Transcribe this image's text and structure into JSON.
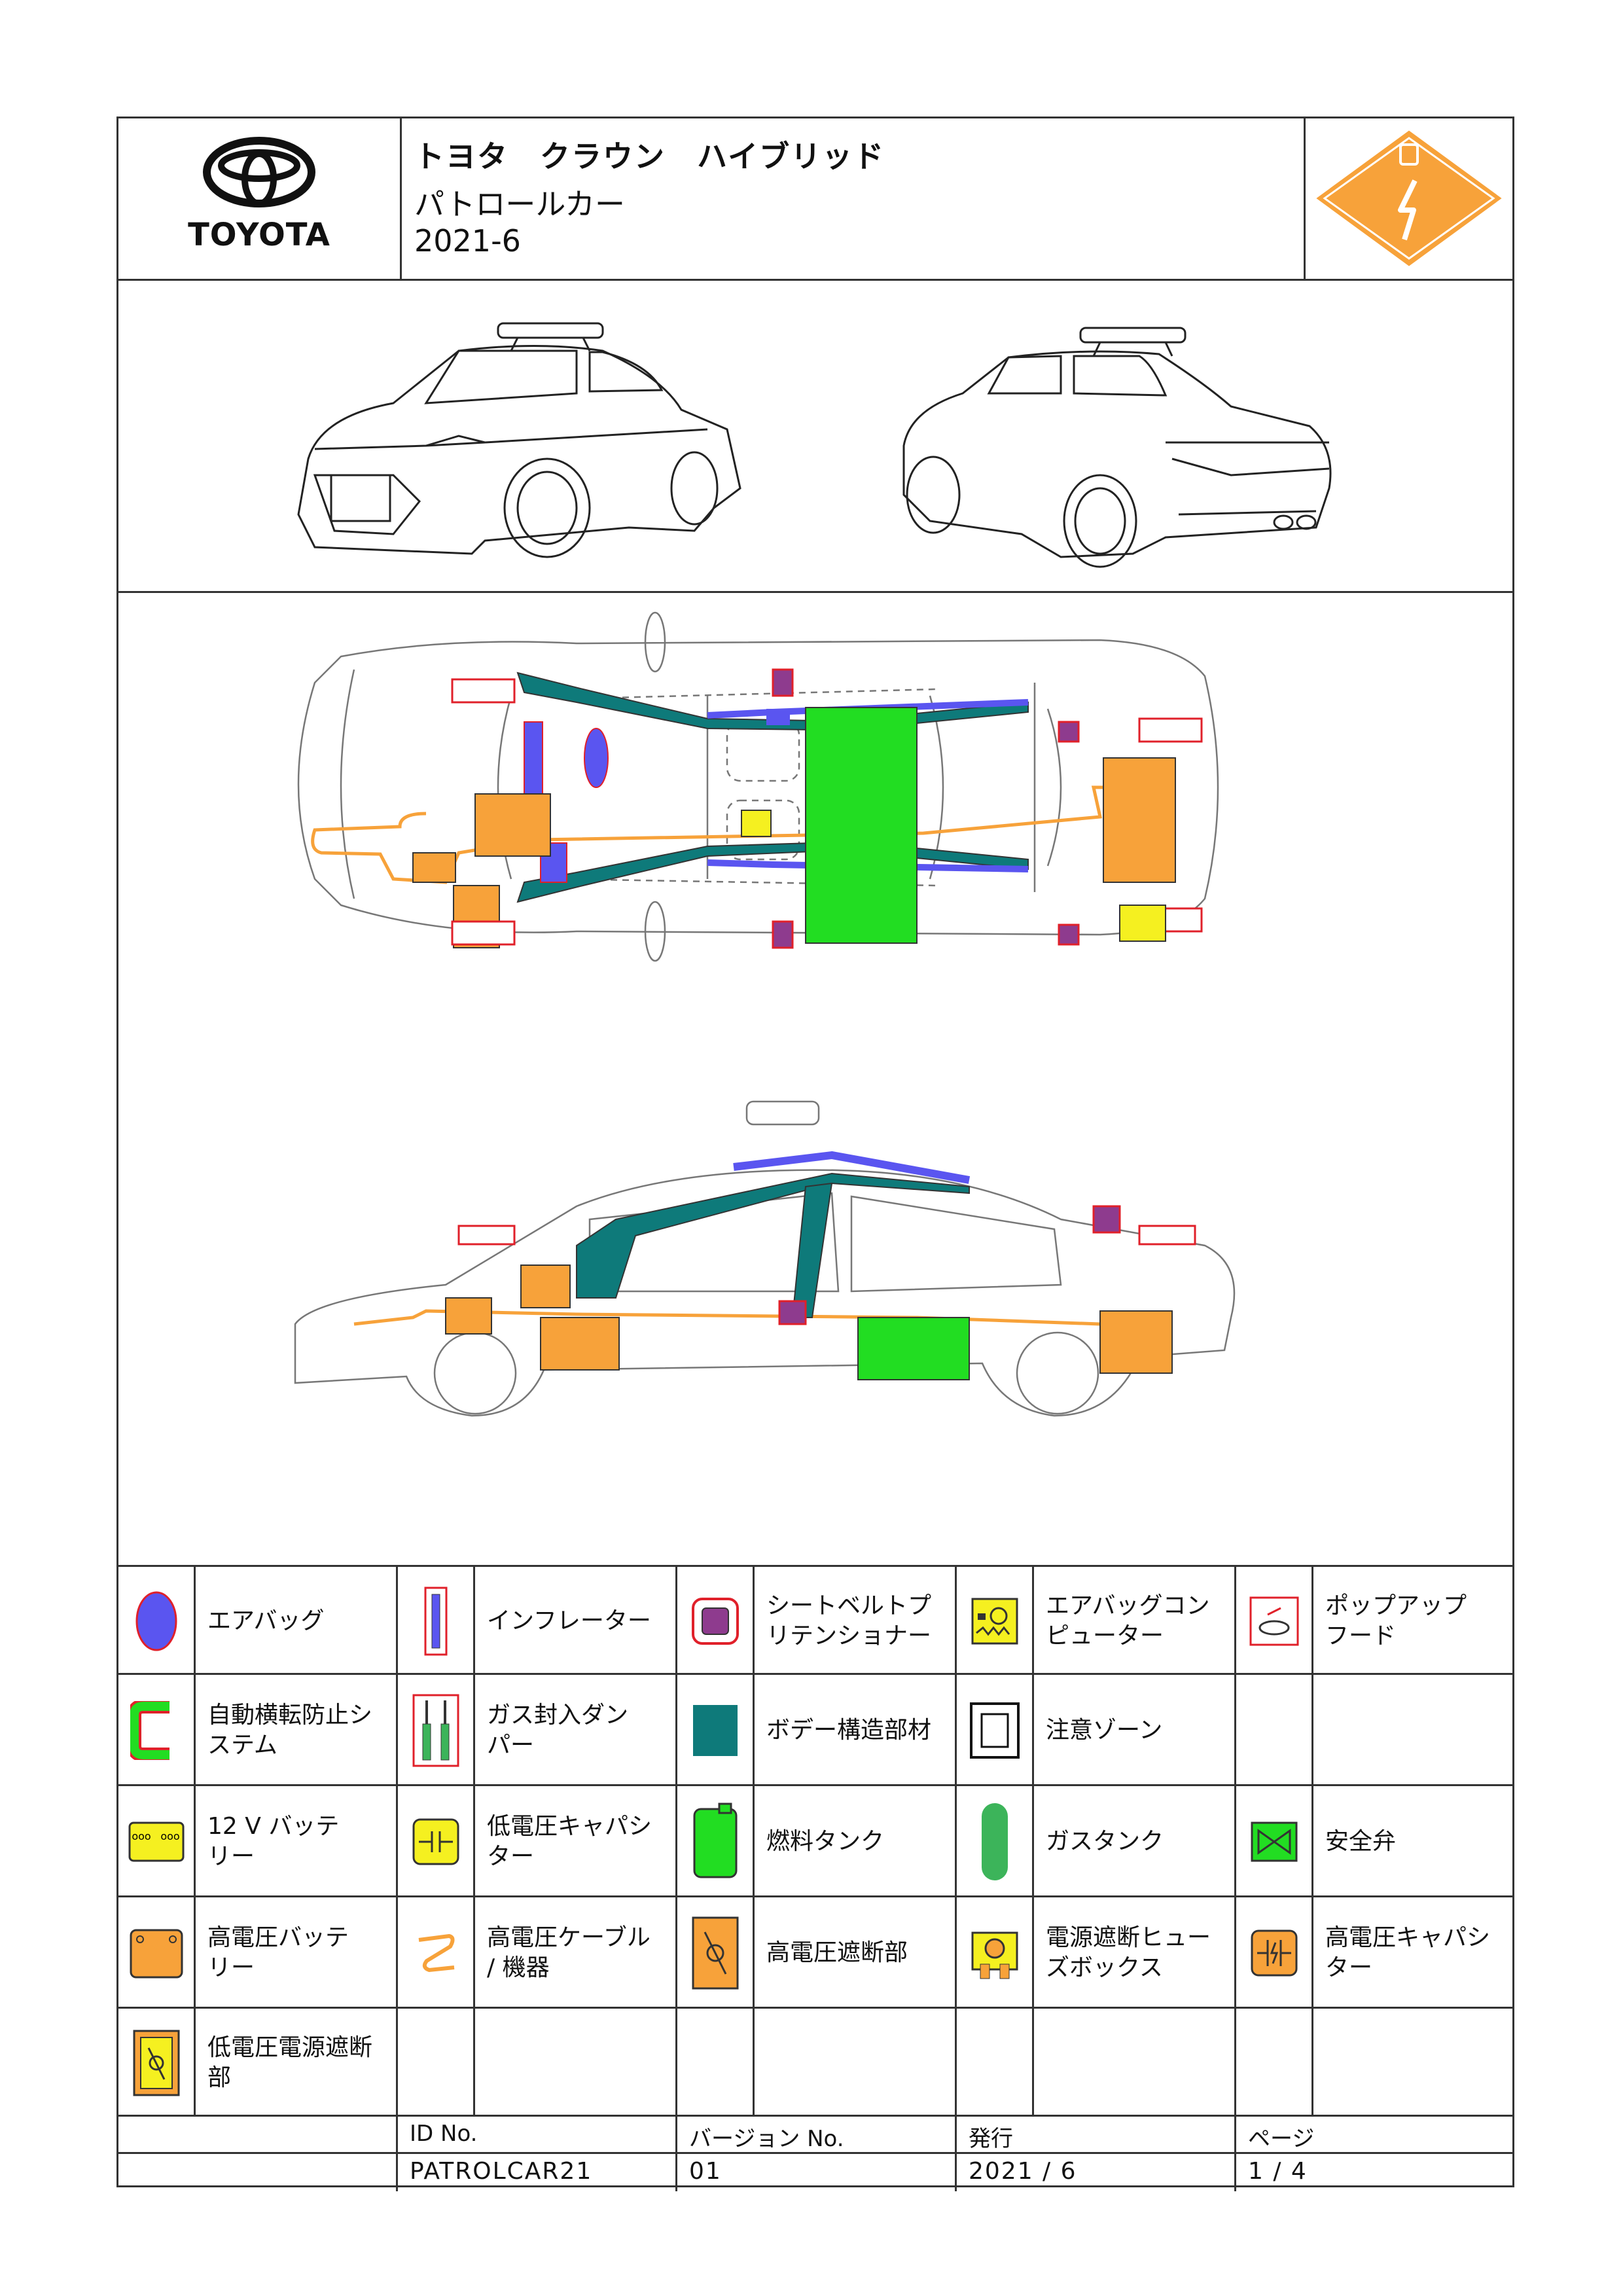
{
  "header": {
    "brand": "TOYOTA",
    "title_line1": "トヨタ　クラウン　ハイブリッド",
    "title_line2": "パトロールカー",
    "title_line3": "2021-6",
    "warning_icon": "high-voltage-diamond-icon",
    "colors": {
      "warning": "#F7A23A",
      "outline": "#333333"
    }
  },
  "legend": {
    "rows": [
      [
        {
          "icon": "airbag-icon",
          "label": "エアバッグ"
        },
        {
          "icon": "inflator-icon",
          "label": "インフレーター"
        },
        {
          "icon": "seatbelt-pretensioner-icon",
          "label": "シートベルトプ\nリテンショナー"
        },
        {
          "icon": "airbag-computer-icon",
          "label": "エアバッグコン\nピューター"
        },
        {
          "icon": "popup-hood-icon",
          "label": "ポップアップ\nフード"
        }
      ],
      [
        {
          "icon": "rollover-protection-icon",
          "label": "自動横転防止シ\nステム"
        },
        {
          "icon": "gas-damper-icon",
          "label": "ガス封入ダン\nパー"
        },
        {
          "icon": "body-structure-icon",
          "label": "ボデー構造部材"
        },
        {
          "icon": "caution-zone-icon",
          "label": "注意ゾーン"
        },
        {
          "icon": "",
          "label": ""
        }
      ],
      [
        {
          "icon": "12v-battery-icon",
          "label": "12 V バッテ\nリー"
        },
        {
          "icon": "lv-capacitor-icon",
          "label": "低電圧キャパシ\nター"
        },
        {
          "icon": "fuel-tank-icon",
          "label": "燃料タンク"
        },
        {
          "icon": "gas-tank-icon",
          "label": "ガスタンク"
        },
        {
          "icon": "safety-valve-icon",
          "label": "安全弁"
        }
      ],
      [
        {
          "icon": "hv-battery-icon",
          "label": "高電圧バッテ\nリー"
        },
        {
          "icon": "hv-cable-icon",
          "label": "高電圧ケーブル\n/ 機器"
        },
        {
          "icon": "hv-disconnect-icon",
          "label": "高電圧遮断部"
        },
        {
          "icon": "fuse-box-icon",
          "label": "電源遮断ヒュー\nズボックス"
        },
        {
          "icon": "hv-capacitor-icon",
          "label": "高電圧キャパシ\nター"
        }
      ],
      [
        {
          "icon": "lv-disconnect-icon",
          "label": "低電圧電源遮断\n部"
        },
        {
          "icon": "",
          "label": ""
        },
        {
          "icon": "",
          "label": ""
        },
        {
          "icon": "",
          "label": ""
        },
        {
          "icon": "",
          "label": ""
        }
      ]
    ],
    "colors": {
      "airbag": "#5A55F0",
      "pretensioner": "#8E3B8E",
      "body": "#0E7A7A",
      "fuel": "#22DD22",
      "hv": "#F7A23A",
      "lv": "#F5F020",
      "gas": "#3CB45A",
      "red": "#E0202A"
    }
  },
  "footer": {
    "headers": [
      "ID No.",
      "バージョン No.",
      "発行",
      "ページ"
    ],
    "values": [
      "PATROLCAR21",
      "01",
      "2021 / 6",
      "1 / 4"
    ]
  }
}
